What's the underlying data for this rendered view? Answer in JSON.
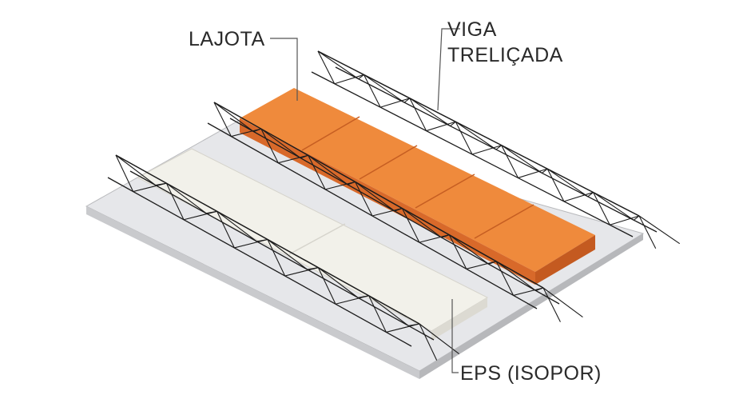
{
  "labels": {
    "lajota": "LAJOTA",
    "viga_line1": "VIGA",
    "viga_line2": "TRELIÇADA",
    "eps": "EPS (ISOPOR)"
  },
  "colors": {
    "slab_top": "#e6e7ea",
    "slab_side": "#c9cacd",
    "lajota": "#ef8a3c",
    "lajota_dark": "#d8692a",
    "eps": "#f2f1ea",
    "eps_side": "#dcdad2",
    "truss": "#1c1c1c"
  }
}
